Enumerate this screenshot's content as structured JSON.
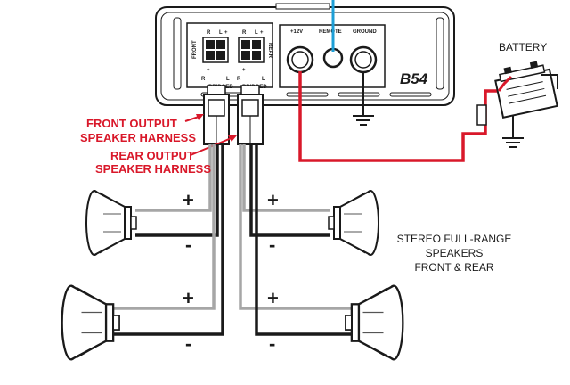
{
  "amplifier": {
    "model": "B54",
    "front_label": "FRONT",
    "rear_label": "REAR",
    "r_label": "R",
    "l_label": "L",
    "plus": "+",
    "minus": "-",
    "bridged_label": "BRIDGED",
    "terminals": {
      "power": "+12V",
      "remote": "REMOTE",
      "ground": "GROUND"
    }
  },
  "labels": {
    "battery": "BATTERY",
    "front_harness_line1": "FRONT OUTPUT",
    "front_harness_line2": "SPEAKER HARNESS",
    "rear_harness_line1": "REAR OUTPUT",
    "rear_harness_line2": "SPEAKER HARNESS",
    "speakers_line1": "STEREO FULL-RANGE",
    "speakers_line2": "SPEAKERS",
    "speakers_line3": "FRONT & REAR"
  },
  "polarity": {
    "positive": "+",
    "negative": "-"
  },
  "colors": {
    "power_wire": "#d9182a",
    "remote_wire": "#1e9fd6",
    "speaker_positive_wire": "#a6a6a6",
    "speaker_negative_wire": "#1a1a1a",
    "label_red": "#d9182a"
  }
}
